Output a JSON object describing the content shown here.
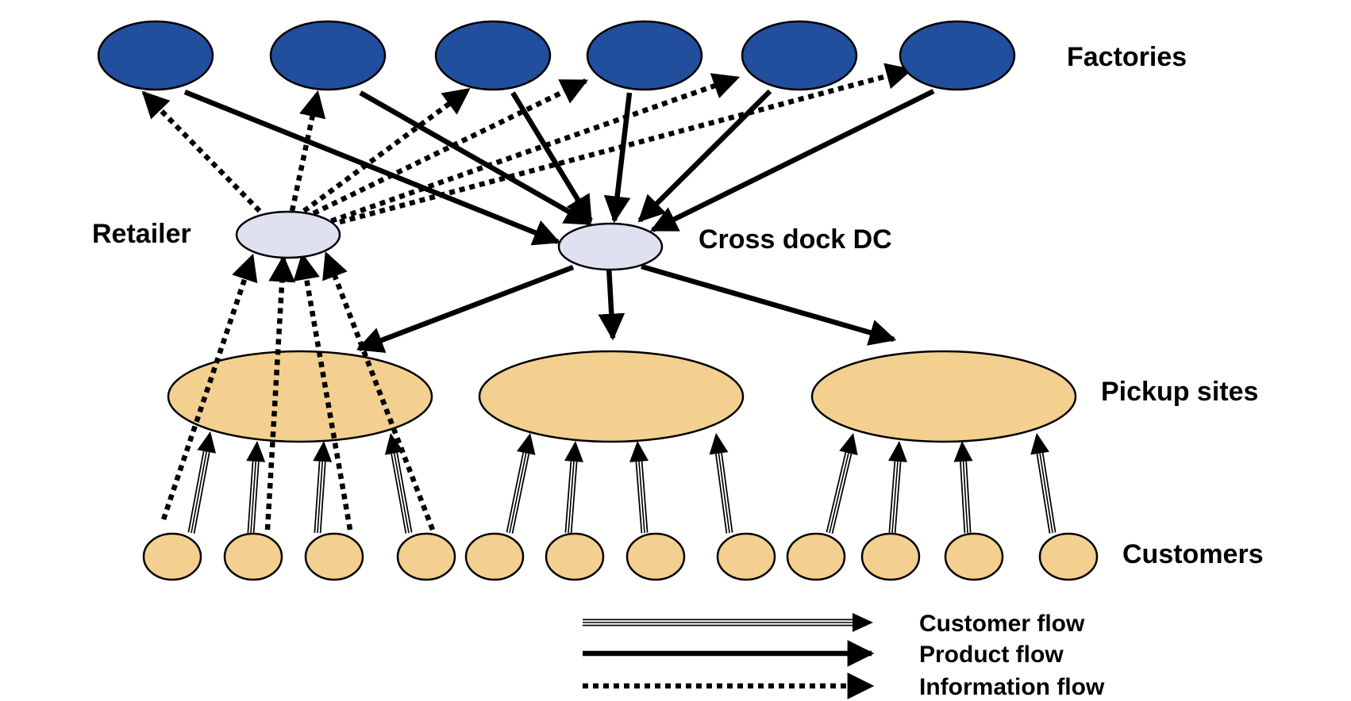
{
  "diagram": {
    "title": "",
    "colors": {
      "factory": "#214f9e",
      "hub": "#dfe1f0",
      "pickup": "#f3d090",
      "customer": "#f3d090",
      "stroke": "#000000",
      "background": "#ffffff"
    },
    "tier_labels": {
      "factories": "Factories",
      "retailer": "Retailer",
      "cross_dock": "Cross dock DC",
      "pickup_sites": "Pickup sites",
      "customers": "Customers"
    },
    "nodes": {
      "factories": [
        {
          "id": "F1"
        },
        {
          "id": "F2"
        },
        {
          "id": "F3"
        },
        {
          "id": "F4"
        },
        {
          "id": "F5"
        },
        {
          "id": "F6"
        }
      ],
      "retailer": {
        "id": "R"
      },
      "cross_dock": {
        "id": "DC"
      },
      "pickup_sites": [
        {
          "id": "P1"
        },
        {
          "id": "P2"
        },
        {
          "id": "P3"
        }
      ],
      "customers": [
        {
          "id": "C1",
          "site": "P1"
        },
        {
          "id": "C2",
          "site": "P1"
        },
        {
          "id": "C3",
          "site": "P1"
        },
        {
          "id": "C4",
          "site": "P1"
        },
        {
          "id": "C5",
          "site": "P2"
        },
        {
          "id": "C6",
          "site": "P2"
        },
        {
          "id": "C7",
          "site": "P2"
        },
        {
          "id": "C8",
          "site": "P2"
        },
        {
          "id": "C9",
          "site": "P3"
        },
        {
          "id": "C10",
          "site": "P3"
        },
        {
          "id": "C11",
          "site": "P3"
        },
        {
          "id": "C12",
          "site": "P3"
        }
      ]
    },
    "edges": {
      "product": [
        {
          "from": "F1",
          "to": "DC"
        },
        {
          "from": "F2",
          "to": "DC"
        },
        {
          "from": "F3",
          "to": "DC"
        },
        {
          "from": "F4",
          "to": "DC"
        },
        {
          "from": "F5",
          "to": "DC"
        },
        {
          "from": "F6",
          "to": "DC"
        },
        {
          "from": "DC",
          "to": "P1"
        },
        {
          "from": "DC",
          "to": "P2"
        },
        {
          "from": "DC",
          "to": "P3"
        }
      ],
      "information": [
        {
          "from": "R",
          "to": "F1"
        },
        {
          "from": "R",
          "to": "F2"
        },
        {
          "from": "R",
          "to": "F3"
        },
        {
          "from": "R",
          "to": "F4"
        },
        {
          "from": "R",
          "to": "F5"
        },
        {
          "from": "R",
          "to": "F6"
        },
        {
          "from": "C1",
          "to": "R"
        },
        {
          "from": "C2",
          "to": "R"
        },
        {
          "from": "C3",
          "to": "R"
        },
        {
          "from": "C4",
          "to": "R"
        }
      ],
      "customer": [
        {
          "from": "C1",
          "to": "P1"
        },
        {
          "from": "C2",
          "to": "P1"
        },
        {
          "from": "C3",
          "to": "P1"
        },
        {
          "from": "C4",
          "to": "P1"
        },
        {
          "from": "C5",
          "to": "P2"
        },
        {
          "from": "C6",
          "to": "P2"
        },
        {
          "from": "C7",
          "to": "P2"
        },
        {
          "from": "C8",
          "to": "P2"
        },
        {
          "from": "C9",
          "to": "P3"
        },
        {
          "from": "C10",
          "to": "P3"
        },
        {
          "from": "C11",
          "to": "P3"
        },
        {
          "from": "C12",
          "to": "P3"
        }
      ]
    },
    "legend": [
      {
        "type": "customer",
        "label": "Customer flow"
      },
      {
        "type": "product",
        "label": "Product flow"
      },
      {
        "type": "information",
        "label": "Information flow"
      }
    ]
  }
}
